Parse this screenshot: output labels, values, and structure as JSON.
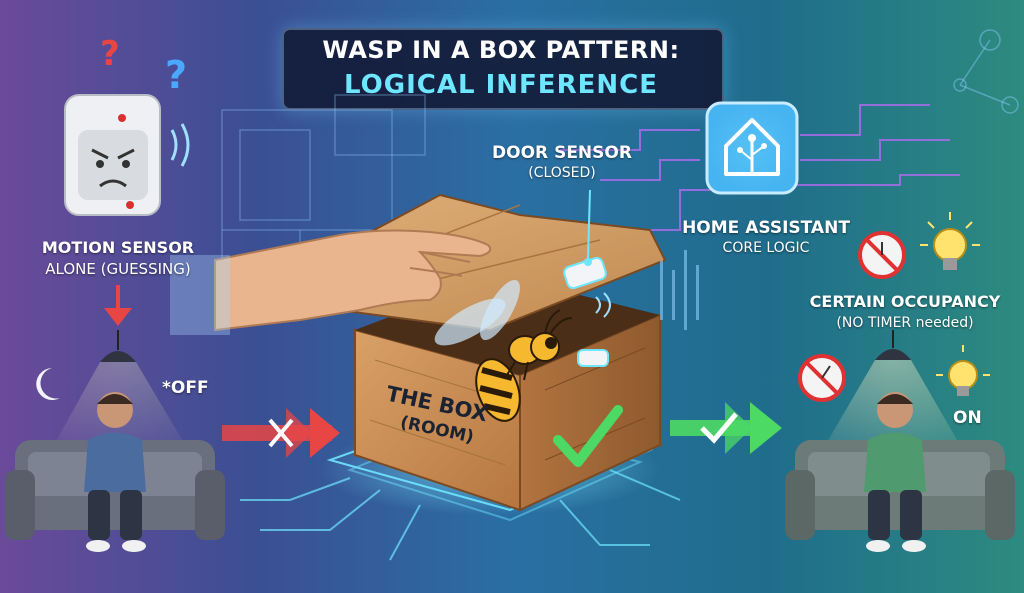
{
  "title": {
    "line1": "WASP IN A BOX PATTERN:",
    "line2": "LOGICAL INFERENCE"
  },
  "left_panel": {
    "sensor_label_line1": "MOTION SENSOR",
    "sensor_label_line2": "ALONE (GUESSING)",
    "off_label": "*OFF",
    "question_marks": [
      "?",
      "?"
    ]
  },
  "center": {
    "door_sensor_line1": "DOOR SENSOR",
    "door_sensor_line2": "(CLOSED)",
    "box_label_line1": "THE BOX",
    "box_label_line2": "(ROOM)"
  },
  "right_panel": {
    "ha_line1": "HOME ASSISTANT",
    "ha_line2": "CORE LOGIC",
    "occupancy_line1": "CERTAIN OCCUPANCY",
    "occupancy_line2": "(NO TIMER needed)",
    "on_label": "ON"
  },
  "colors": {
    "accent_cyan": "#6fe6ff",
    "fail_red": "#e84545",
    "success_green": "#4cd964",
    "box_wood": "#c98d55",
    "wasp_yellow": "#f5b82e"
  },
  "icons": [
    "question-icon",
    "motion-sensor-icon",
    "moon-icon",
    "lamp-icon",
    "hand-icon",
    "wasp-icon",
    "home-assistant-icon",
    "no-timer-icon",
    "lightbulb-icon",
    "checkmark-icon",
    "x-icon",
    "arrow-icon"
  ]
}
